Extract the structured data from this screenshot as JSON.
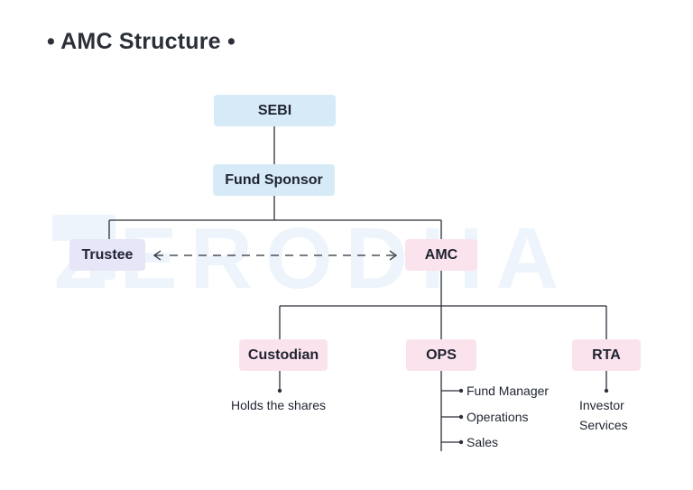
{
  "title": "AMC Structure",
  "title_bullet": "•",
  "watermark": "ZERODHA",
  "nodes": {
    "sebi": "SEBI",
    "sponsor": "Fund Sponsor",
    "trustee": "Trustee",
    "amc": "AMC",
    "custodian": "Custodian",
    "ops": "OPS",
    "rta": "RTA"
  },
  "labels": {
    "custodian_note": "Holds the shares",
    "ops_items": [
      "Fund Manager",
      "Operations",
      "Sales"
    ],
    "rta_note_line1": "Investor",
    "rta_note_line2": "Services"
  },
  "colors": {
    "blue_node": "#d7eaf8",
    "purple_node": "#e6e6f8",
    "pink_node": "#fbe3ee",
    "line": "#2b2f38"
  }
}
